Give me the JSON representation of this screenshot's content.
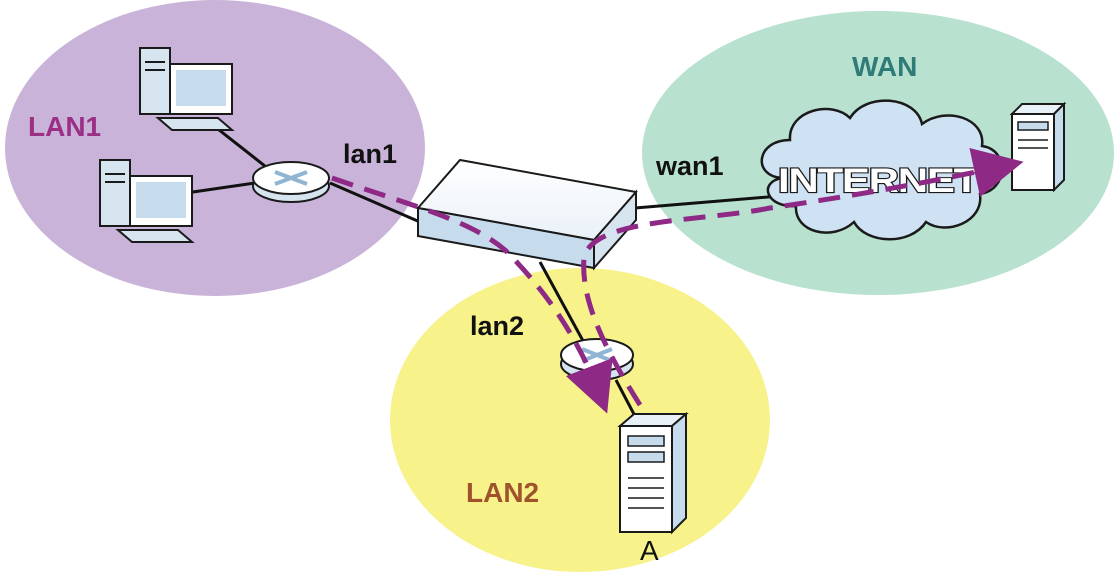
{
  "zones": {
    "lan1": {
      "label": "LAN1",
      "fill": "#c9b3d9",
      "label_color": "#9b2f86"
    },
    "wan": {
      "label": "WAN",
      "fill": "#b8e2cf",
      "label_color": "#2e7b78"
    },
    "lan2": {
      "label": "LAN2",
      "fill": "#f7f28a",
      "label_color": "#a0522d"
    }
  },
  "ports": {
    "lan1": "lan1",
    "wan1": "wan1",
    "lan2": "lan2"
  },
  "cloud": {
    "label": "INTERNET",
    "fill": "#cfe2f3"
  },
  "server_a": {
    "label": "A"
  },
  "colors": {
    "flow_path": "#8e2a86",
    "device_blue": "#c6dced",
    "link": "#111111"
  },
  "icons": [
    "computer-icon",
    "router-icon",
    "firewall-device-icon",
    "server-icon",
    "cloud-icon",
    "arrow-icon"
  ]
}
